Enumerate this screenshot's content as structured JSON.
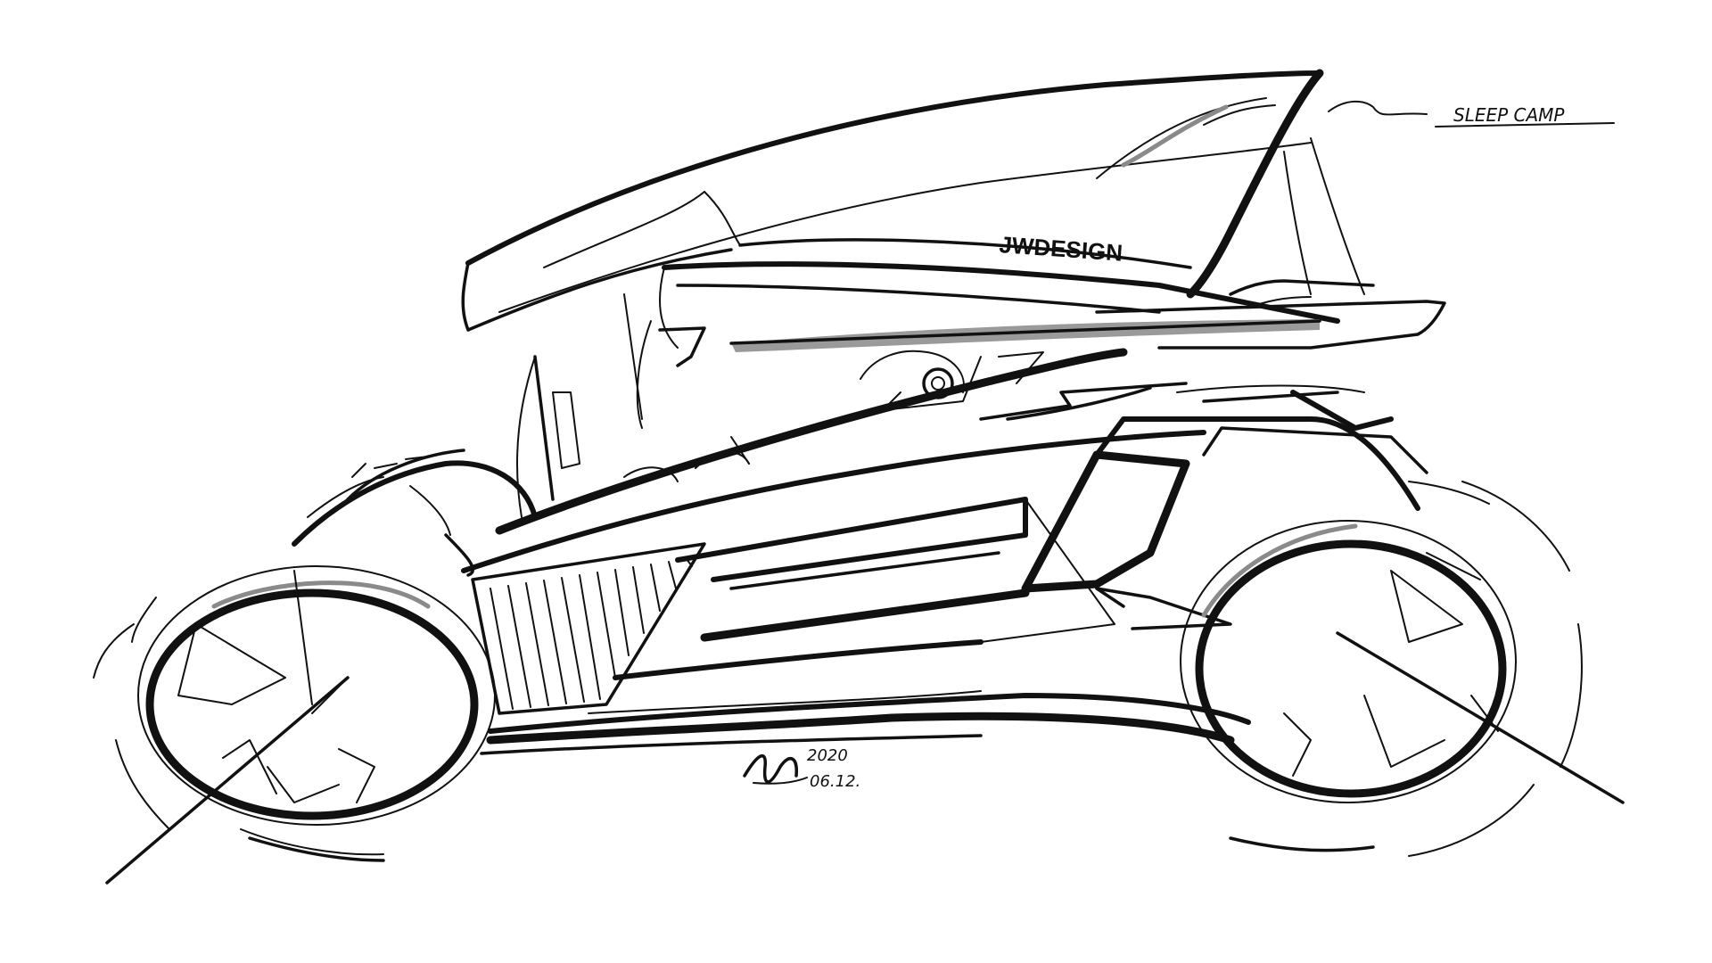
{
  "sketch": {
    "brand_label": "JWDESIGN",
    "tag_label": "SLEEP CAMP",
    "signature": {
      "year": "2020",
      "date": "06.12."
    }
  },
  "colors": {
    "ink": "#111111",
    "grey_marker": "#8a8a8a",
    "paper": "#ffffff"
  }
}
